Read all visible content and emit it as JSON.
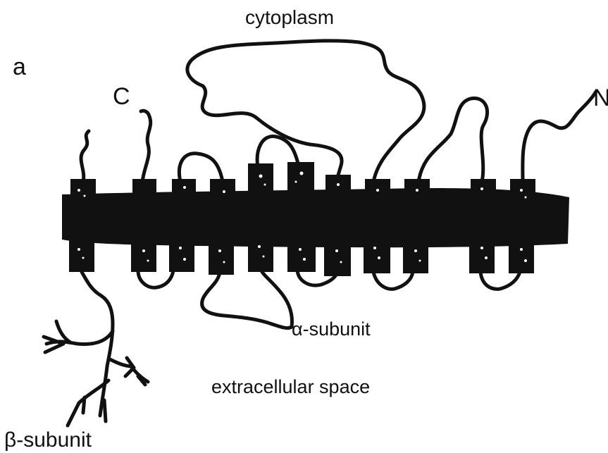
{
  "diagram": {
    "panel_label": "a",
    "labels": {
      "cytoplasm": "cytoplasm",
      "c_terminus": "C",
      "n_terminus": "N",
      "alpha_subunit": "α-subunit",
      "extracellular": "extracellular space",
      "beta_subunit": "β-subunit"
    },
    "colors": {
      "ink": "#111111",
      "background": "#ffffff",
      "speckle": "#ffffff"
    }
  }
}
